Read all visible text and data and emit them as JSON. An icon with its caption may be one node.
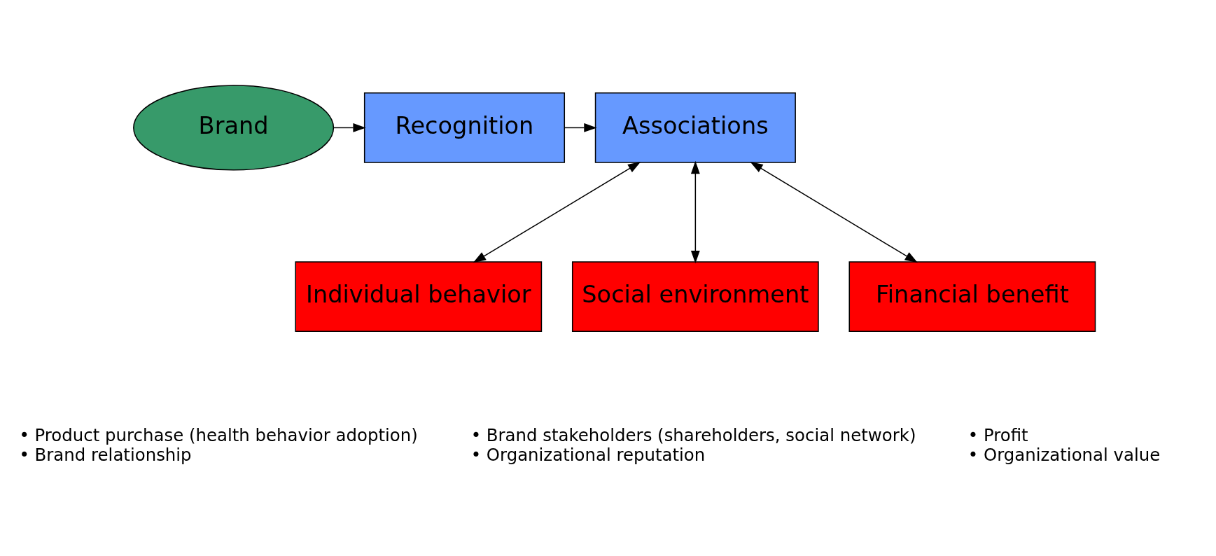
{
  "diagram": {
    "nodes": [
      {
        "text": [
          "Brand"
        ]
      },
      {
        "text": [
          "Recognition"
        ]
      },
      {
        "text": [
          "Associations"
        ]
      },
      {
        "text": [
          "Individual behavior"
        ],
        "beside": [
          "• Product purchase (health behavior adoption)",
          "• Brand relationship"
        ]
      },
      {
        "text": [
          "Social environment"
        ],
        "beside": [
          "• Brand stakeholders (shareholders, social network)",
          "• Organizational reputation"
        ]
      },
      {
        "text": [
          "Financial benefit"
        ],
        "beside": [
          "• Profit",
          "• Organizational value"
        ]
      }
    ],
    "edges": [
      {
        "from": 0,
        "to": 1,
        "arrow": "to"
      },
      {
        "from": 1,
        "to": 2,
        "arrow": "to"
      },
      {
        "from": 2,
        "to": 3,
        "arrow": "both"
      },
      {
        "from": 2,
        "to": 4,
        "arrow": "both"
      },
      {
        "from": 2,
        "to": 5,
        "arrow": "both"
      }
    ]
  }
}
